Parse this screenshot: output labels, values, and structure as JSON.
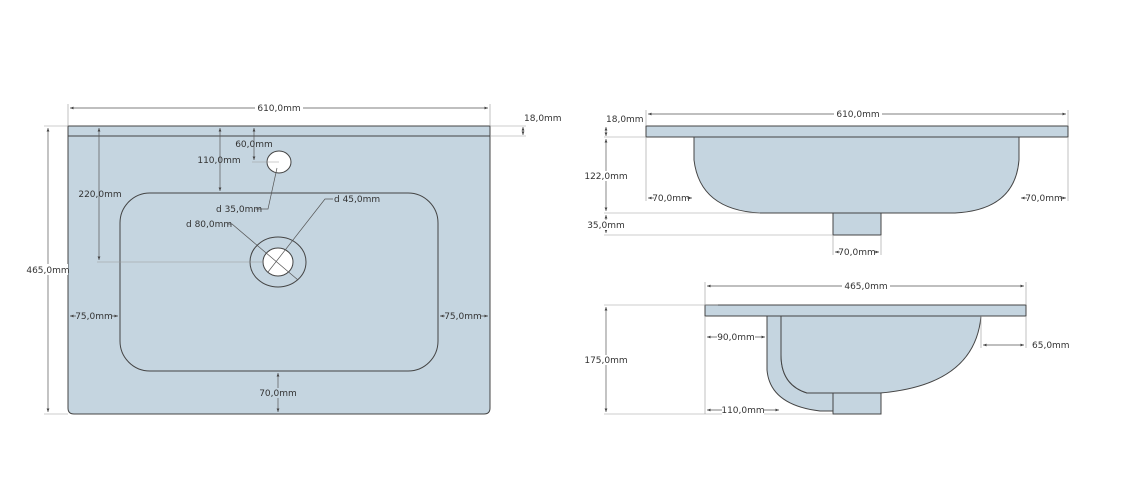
{
  "colors": {
    "part_fill": "#c5d5e0",
    "outline": "#444444"
  },
  "top_view": {
    "width": "610,0mm",
    "thickness": "18,0mm",
    "depth": "465,0mm",
    "drain_offset": "220,0mm",
    "basin_offset": "110,0mm",
    "tap_offset": "60,0mm",
    "tap_hole": "d 35,0mm",
    "drain_inner": "d 45,0mm",
    "drain_outer": "d 80,0mm",
    "side_left": "75,0mm",
    "side_right": "75,0mm",
    "front": "70,0mm"
  },
  "front_view": {
    "width": "610,0mm",
    "thickness": "18,0mm",
    "bowl_height": "122,0mm",
    "drain_height": "35,0mm",
    "left_inset": "70,0mm",
    "right_inset": "70,0mm",
    "drain_width": "70,0mm"
  },
  "side_view": {
    "depth": "465,0mm",
    "height": "175,0mm",
    "back_inset": "90,0mm",
    "front_inset": "65,0mm",
    "drain_offset": "110,0mm"
  }
}
